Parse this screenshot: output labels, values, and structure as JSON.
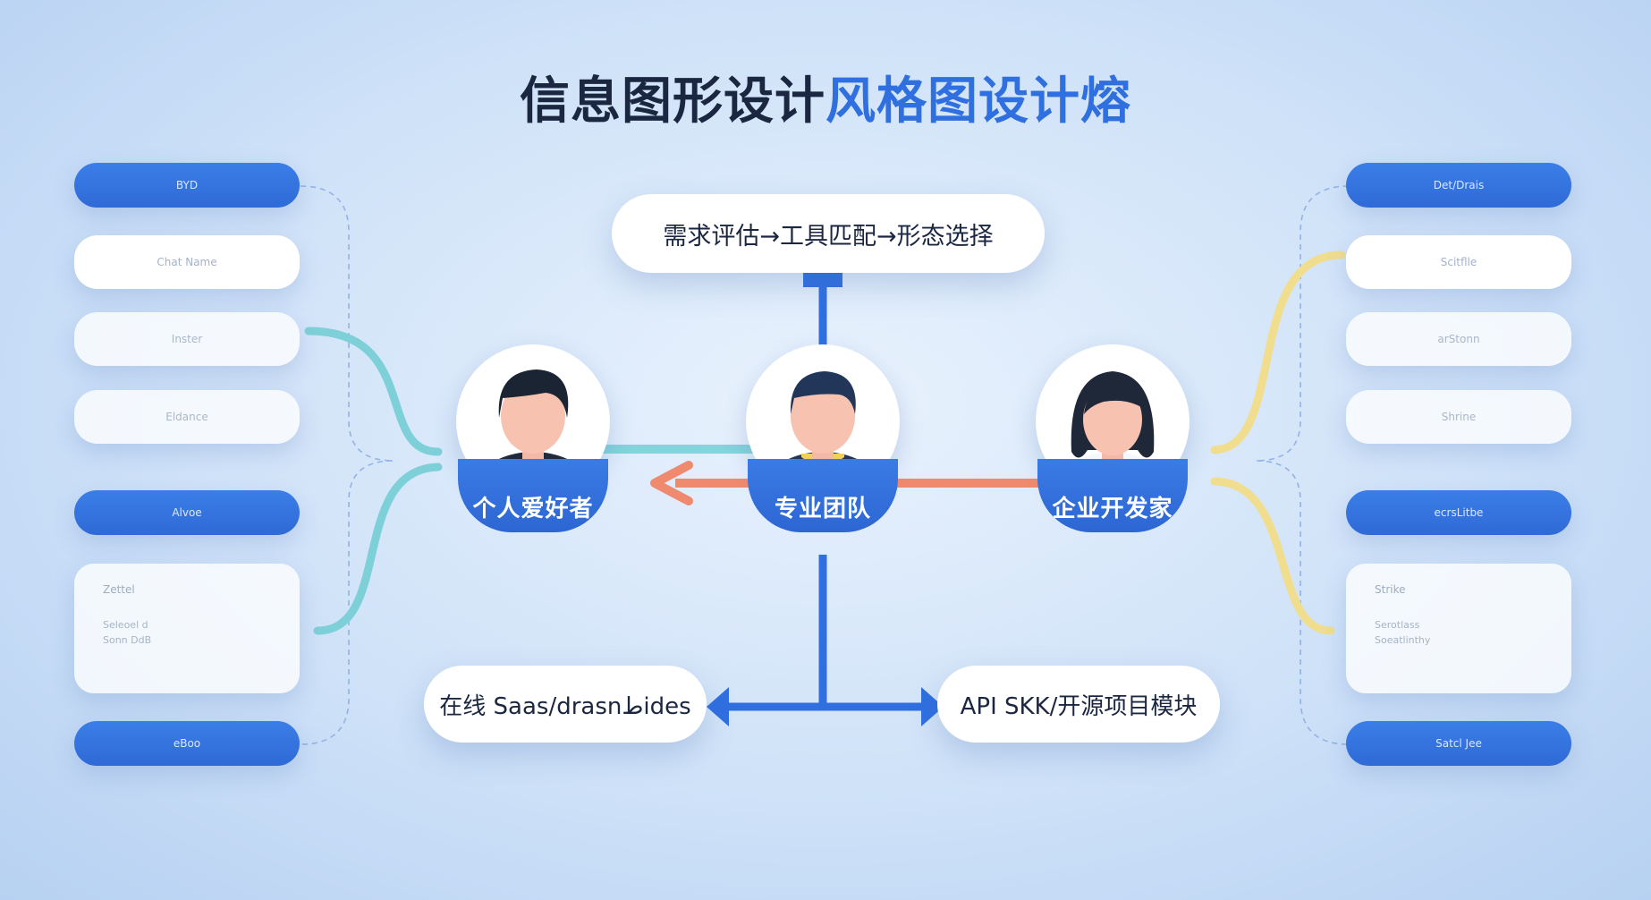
{
  "title": {
    "part1": "信息图形设计",
    "part2": "风格图设计熔"
  },
  "top_bubble": {
    "label": "需求评估→工具匹配→形态选择"
  },
  "personas": [
    {
      "label": "个人爱好者",
      "avatar_icon": "male-person-icon"
    },
    {
      "label": "专业团队",
      "avatar_icon": "male-person-yellow-collar-icon"
    },
    {
      "label": "企业开发家",
      "avatar_icon": "female-person-icon"
    }
  ],
  "bottom_bubbles": {
    "left": "在线 Saas/drasnطides",
    "right": "API SKK/开源项目模块"
  },
  "left_panel": [
    {
      "label": "BYD",
      "style": "dark"
    },
    {
      "label": "Chat Name",
      "style": "light"
    },
    {
      "label": "Inster",
      "style": "faint"
    },
    {
      "label": "Eldance",
      "style": "faint"
    },
    {
      "label": "Alvoe",
      "style": "dark"
    },
    {
      "label": "Zettel",
      "lines": [
        "Seleoel d",
        "Sonn DdB"
      ],
      "style": "big"
    },
    {
      "label": "eBoo",
      "style": "dark"
    }
  ],
  "right_panel": [
    {
      "label": "Det/Drais",
      "style": "dark"
    },
    {
      "label": "Scitflle",
      "style": "light"
    },
    {
      "label": "arStonn",
      "style": "faint"
    },
    {
      "label": "Shrine",
      "style": "faint"
    },
    {
      "label": "ecrsLitbe",
      "style": "dark"
    },
    {
      "label": "Strike",
      "lines": [
        "Serotlass",
        "Soeatlinthy"
      ],
      "style": "big"
    },
    {
      "label": "Satcl Jee",
      "style": "dark"
    }
  ],
  "colors": {
    "primary_blue": "#2f6fe0",
    "teal_curve": "#7ed0d8",
    "yellow_curve": "#f0dd8e",
    "salmon_arrow": "#f08a6e",
    "title_dark": "#1b2740"
  }
}
